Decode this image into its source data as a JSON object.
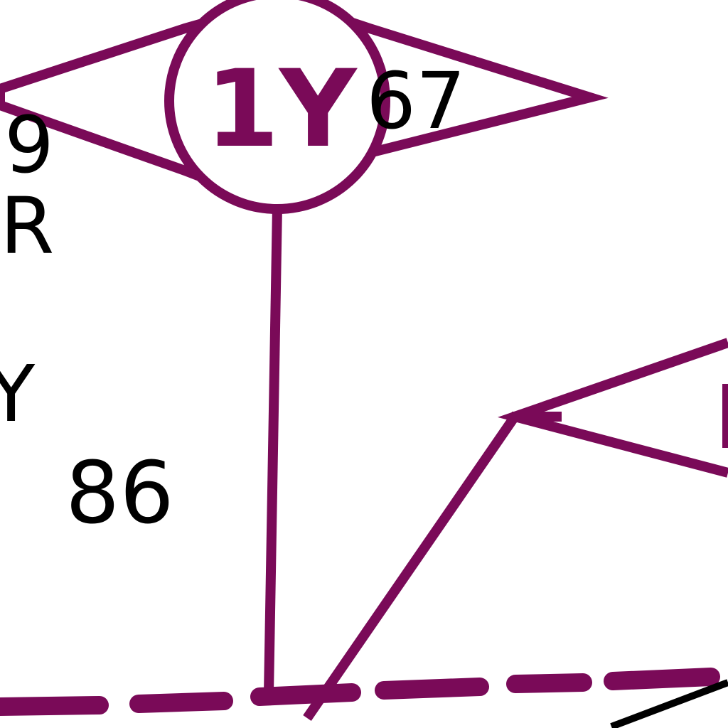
{
  "colors": {
    "route": "#7a0a58",
    "text": "#000000",
    "background": "#ffffff"
  },
  "waypoint": {
    "identifier": "1Y",
    "course": "67"
  },
  "labels": {
    "left_top_digit": "9",
    "left_letter": "R",
    "left_partial": "Y",
    "distance": "86"
  }
}
